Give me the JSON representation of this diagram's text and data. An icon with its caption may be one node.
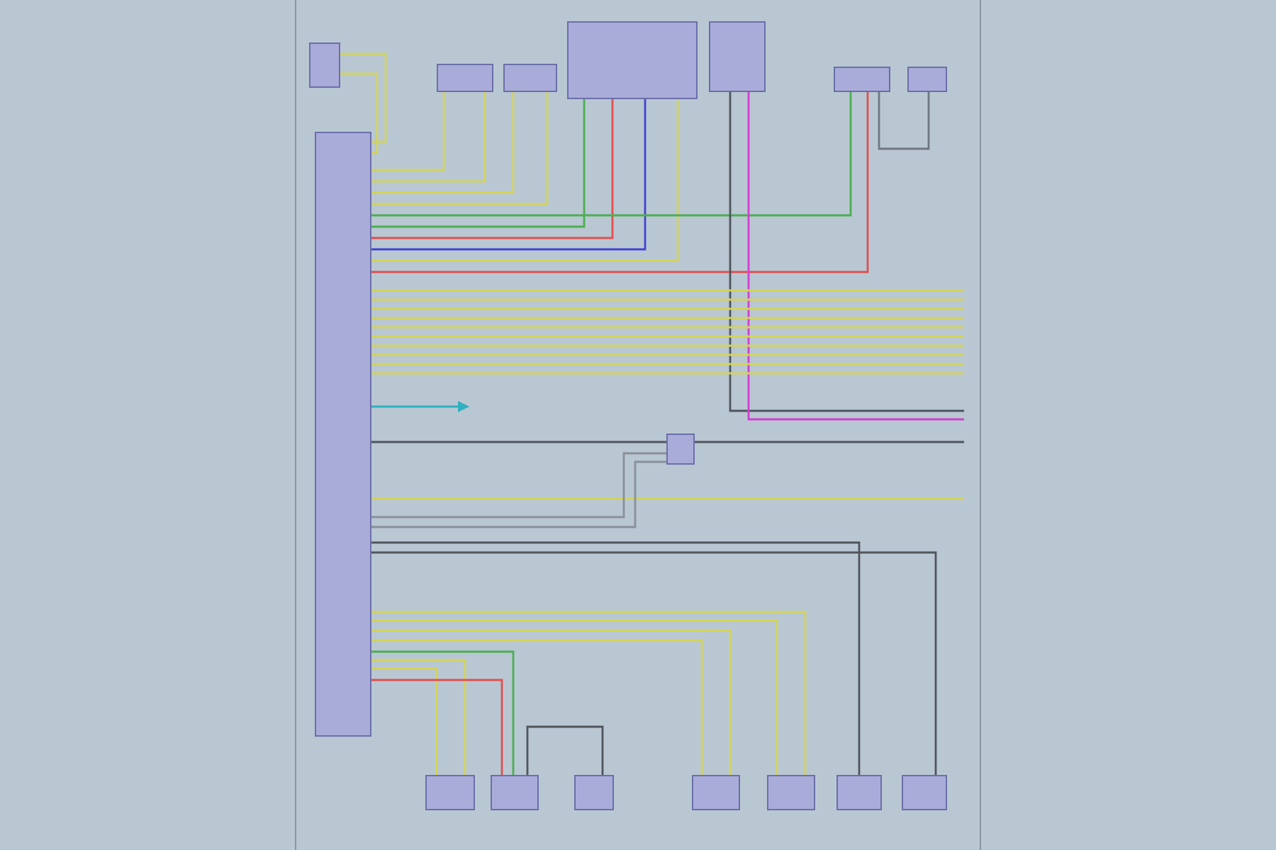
{
  "diagram": {
    "nodes": [
      {
        "text": [],
        "shape": "box"
      },
      {
        "text": [],
        "shape": "box"
      },
      {
        "text": [],
        "shape": "box"
      },
      {
        "text": [],
        "shape": "box"
      },
      {
        "text": [],
        "shape": "box"
      },
      {
        "text": [],
        "shape": "box"
      },
      {
        "text": [],
        "shape": "box"
      },
      {
        "text": [],
        "shape": "box"
      },
      {
        "text": [],
        "shape": "box"
      },
      {
        "text": [],
        "shape": "box"
      },
      {
        "text": [],
        "shape": "box"
      },
      {
        "text": [],
        "shape": "box"
      },
      {
        "text": [],
        "shape": "box"
      },
      {
        "text": [],
        "shape": "box"
      },
      {
        "text": [],
        "shape": "box"
      },
      {
        "text": [],
        "shape": "box"
      }
    ],
    "edges": [
      {
        "from": 0,
        "to": 1,
        "arrow": "none"
      },
      {
        "from": 0,
        "to": 1,
        "arrow": "none"
      },
      {
        "from": 0,
        "to": 2,
        "arrow": "none"
      },
      {
        "from": 0,
        "to": 2,
        "arrow": "none"
      },
      {
        "from": 0,
        "to": 3,
        "arrow": "none"
      },
      {
        "from": 0,
        "to": 3,
        "arrow": "none"
      },
      {
        "from": 0,
        "to": 4,
        "arrow": "none",
        "color": "#4caf50"
      },
      {
        "from": 0,
        "to": 4,
        "arrow": "none",
        "color": "#e05050"
      },
      {
        "from": 0,
        "to": 4,
        "arrow": "none",
        "color": "#4444d0"
      },
      {
        "from": 0,
        "to": 4,
        "arrow": "none"
      },
      {
        "from": 0,
        "to": 6,
        "arrow": "none",
        "color": "#4caf50"
      },
      {
        "from": 0,
        "to": 6,
        "arrow": "none",
        "color": "#e05050"
      },
      {
        "from": 5,
        "to": null,
        "arrow": "none",
        "color": "#50555c"
      },
      {
        "from": 5,
        "to": null,
        "arrow": "none",
        "color": "#d040d0"
      },
      {
        "from": 6,
        "to": 7,
        "arrow": "none",
        "color": "#707780"
      },
      {
        "from": 0,
        "to": null,
        "arrow": "none"
      },
      {
        "from": 0,
        "to": null,
        "arrow": "none"
      },
      {
        "from": 0,
        "to": null,
        "arrow": "none"
      },
      {
        "from": 0,
        "to": null,
        "arrow": "none"
      },
      {
        "from": 0,
        "to": null,
        "arrow": "none"
      },
      {
        "from": 0,
        "to": null,
        "arrow": "none"
      },
      {
        "from": 0,
        "to": null,
        "arrow": "none"
      },
      {
        "from": 0,
        "to": null,
        "arrow": "none"
      },
      {
        "from": 0,
        "to": null,
        "arrow": "none"
      },
      {
        "from": 0,
        "to": null,
        "arrow": "none"
      },
      {
        "from": 0,
        "to": null,
        "arrow": "to",
        "color": "#30b0c0"
      },
      {
        "from": 0,
        "to": 8,
        "arrow": "none",
        "color": "#50555c"
      },
      {
        "from": 8,
        "to": null,
        "arrow": "none",
        "color": "#50555c"
      },
      {
        "from": 0,
        "to": null,
        "arrow": "none"
      },
      {
        "from": 0,
        "to": 8,
        "arrow": "none",
        "color": "#8a9099"
      },
      {
        "from": 0,
        "to": 8,
        "arrow": "none",
        "color": "#8a9099"
      },
      {
        "from": 0,
        "to": 14,
        "arrow": "none",
        "color": "#50555c"
      },
      {
        "from": 0,
        "to": 15,
        "arrow": "none",
        "color": "#50555c"
      },
      {
        "from": 0,
        "to": 13,
        "arrow": "none"
      },
      {
        "from": 0,
        "to": 13,
        "arrow": "none"
      },
      {
        "from": 0,
        "to": 12,
        "arrow": "none"
      },
      {
        "from": 0,
        "to": 12,
        "arrow": "none"
      },
      {
        "from": 0,
        "to": 10,
        "arrow": "none",
        "color": "#4caf50"
      },
      {
        "from": 0,
        "to": 9,
        "arrow": "none"
      },
      {
        "from": 0,
        "to": 9,
        "arrow": "none"
      },
      {
        "from": 0,
        "to": 10,
        "arrow": "none",
        "color": "#e05050"
      },
      {
        "from": 10,
        "to": 11,
        "arrow": "none",
        "color": "#50555c"
      }
    ]
  }
}
